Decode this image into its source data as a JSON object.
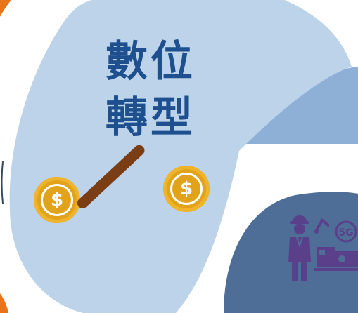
{
  "title_line1": "數位",
  "title_line2": "轉型",
  "coin_symbol": "$",
  "badge_text": "5G",
  "colors": {
    "blob_light": "#bcd3ea",
    "blob_mid": "#8fb0d6",
    "blob_dark": "#4f6e97",
    "text": "#1e4f8e",
    "coin": "#e2a21a",
    "stick": "#7a3d14",
    "worker": "#5a3f8a",
    "accent_orange": "#e9741a"
  },
  "icons": [
    "dollar-coin-icon",
    "worker-icon",
    "robot-arm-icon",
    "5g-badge-icon",
    "machine-icon"
  ]
}
